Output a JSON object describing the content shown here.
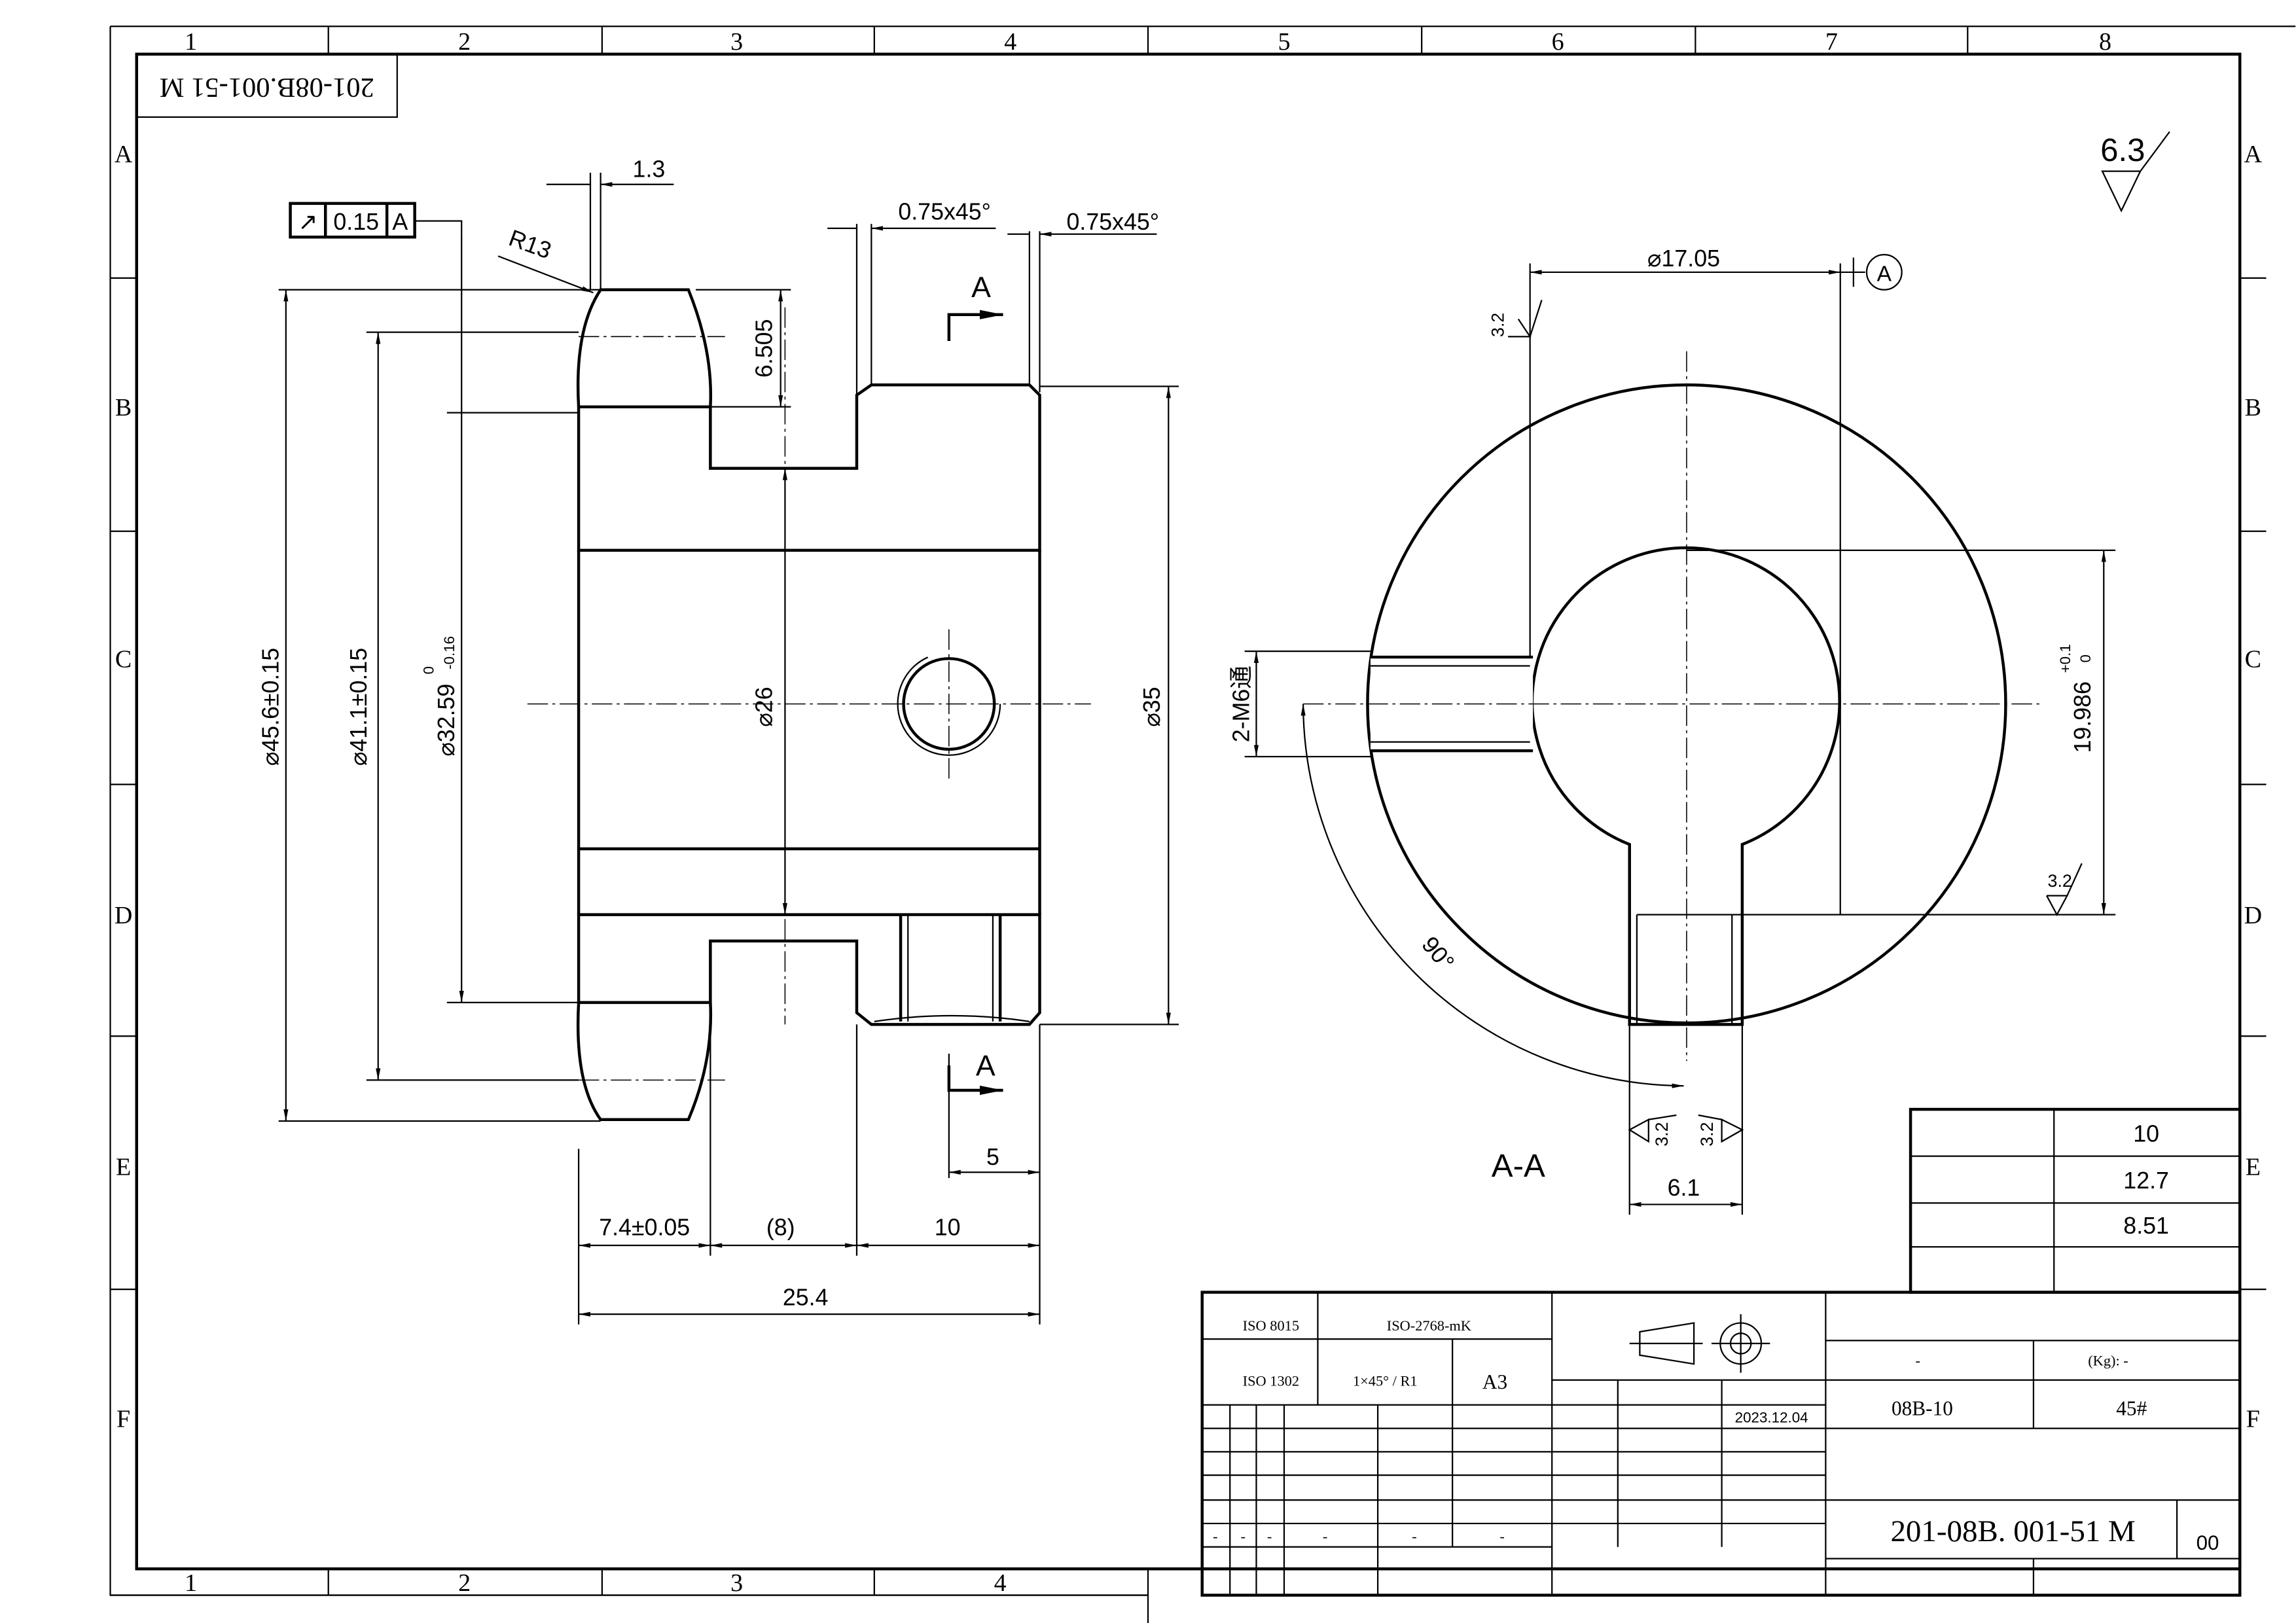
{
  "frame": {
    "columns": [
      "1",
      "2",
      "3",
      "4",
      "5",
      "6",
      "7",
      "8"
    ],
    "bottom_columns": [
      "1",
      "2",
      "3",
      "4"
    ],
    "rows": [
      "A",
      "B",
      "C",
      "D",
      "E",
      "F"
    ],
    "corner_label": "201-08B.001-51 M"
  },
  "front_view": {
    "dim_1_3": "1.3",
    "chamfer_1": "0.75x45°",
    "chamfer_2": "0.75x45°",
    "radius": "R13",
    "tolerance_frame": {
      "symbol": "↗",
      "value": "0.15",
      "datum": "A"
    },
    "dim_6_505": "6.505",
    "section_mark_top": "A",
    "section_mark_bottom": "A",
    "dia_45_6": "⌀45.6±0.15",
    "dia_41_1": "⌀41.1±0.15",
    "dia_32_59": "⌀32.59",
    "dia_32_59_upper": "0",
    "dia_32_59_lower": "-0.16",
    "dia_26": "⌀26",
    "dia_35": "⌀35",
    "dim_5": "5",
    "dim_7_4": "7.4±0.05",
    "dim_8": "(8)",
    "dim_10": "10",
    "dim_25_4": "25.4"
  },
  "section_view": {
    "dia_17_05": "⌀17.05",
    "datum": "A",
    "rough_1": "3.2",
    "thread": "2-M6通",
    "dim_19_986": "19.986",
    "dim_19_986_upper": "+0.1",
    "dim_19_986_lower": "0",
    "rough_2": "3.2",
    "angle": "90°",
    "rough_3": "3.2",
    "rough_4": "3.2",
    "label": "A-A",
    "dim_6_1": "6.1"
  },
  "surface_finish": "6.3",
  "param_table": [
    "10",
    "12.7",
    "8.51"
  ],
  "title_block": {
    "std_1": "ISO 8015",
    "std_2": "ISO-2768-mK",
    "std_3": "ISO 1302",
    "chamfer_note": "1×45° / R1",
    "sheet_size": "A3",
    "date": "2023.12.04",
    "dash_1": "-",
    "weight": "(Kg): -",
    "model": "08B-10",
    "material": "45#",
    "drawing_number": "201-08B. 001-51 M",
    "revision": "00",
    "row_dashes": [
      "-",
      "-",
      "-",
      "-",
      "-",
      "-"
    ]
  }
}
